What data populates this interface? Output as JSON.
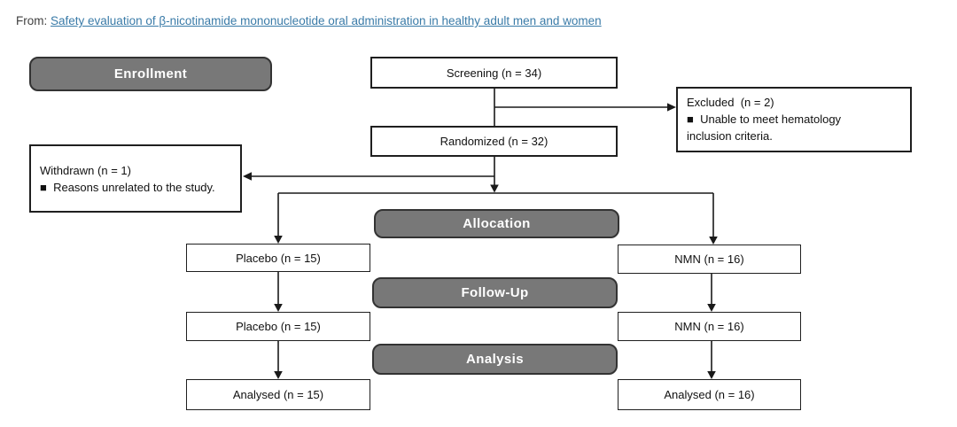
{
  "header": {
    "prefix": "From:",
    "link_text": "Safety evaluation of β-nicotinamide mononucleotide oral administration in healthy adult men and women"
  },
  "colors": {
    "link_color": "#3a7ba8",
    "text_color": "#3f3f3f",
    "stage_fill": "#787878",
    "stage_border": "#333333",
    "node_border": "#1f1f1f",
    "line_color": "#1a1a1a"
  },
  "diagram": {
    "stages": {
      "enrollment": "Enrollment",
      "allocation": "Allocation",
      "followup": "Follow-Up",
      "analysis": "Analysis"
    },
    "nodes": {
      "screening": "Screening (n = 34)",
      "randomized": "Randomized (n = 32)",
      "excluded": {
        "line1": "Excluded  (n = 2)",
        "line2": "■  Unable to meet hematology",
        "line3": "inclusion criteria."
      },
      "withdrawn": {
        "line1": "Withdrawn (n = 1)",
        "line2": "■  Reasons unrelated to the study."
      },
      "placebo_allocation": "Placebo (n = 15)",
      "nmn_allocation": "NMN (n = 16)",
      "placebo_followup": "Placebo (n = 15)",
      "nmn_followup": "NMN (n = 16)",
      "analysed_placebo": "Analysed (n = 15)",
      "analysed_nmn": "Analysed (n = 16)"
    }
  }
}
